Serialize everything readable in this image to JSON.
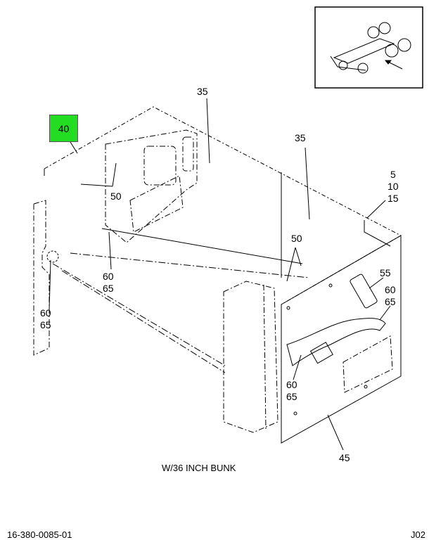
{
  "diagram": {
    "highlighted_callout": "40",
    "highlight_color": "#22dd22",
    "callouts": {
      "c35a": "35",
      "c35b": "35",
      "c5": "5",
      "c10": "10",
      "c15": "15",
      "c50a": "50",
      "c50b": "50",
      "c55": "55",
      "c60a": "60",
      "c65a": "65",
      "c60b": "60",
      "c65b": "65",
      "c60c": "60",
      "c65c": "65",
      "c60d": "60",
      "c65d": "65",
      "c45": "45"
    },
    "caption": "W/36 INCH BUNK",
    "drawing_number": "16-380-0085-01",
    "sheet_code": "J02"
  }
}
